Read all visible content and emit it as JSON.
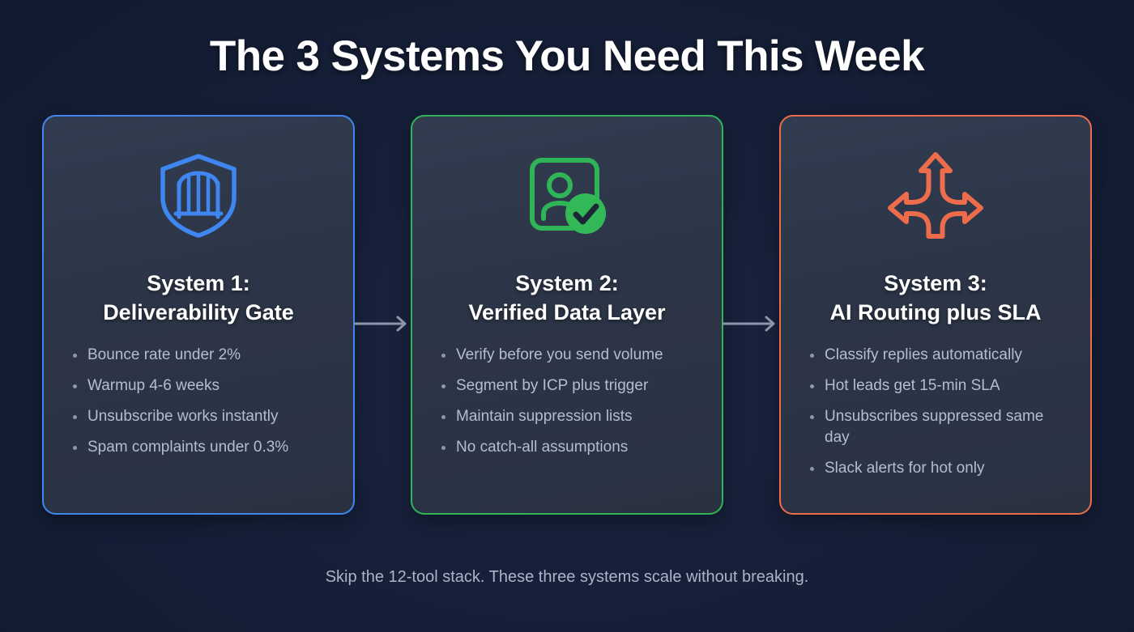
{
  "header": {
    "title": "The 3 Systems You Need This Week"
  },
  "colors": {
    "background": "#121b30",
    "card_fill": "#2c3547",
    "blue": "#3f86f0",
    "green": "#2fb457",
    "orange": "#ec6c4c",
    "title_text": "#ffffff",
    "bullet_text": "#b3bfd0",
    "footer_text": "#aab5c6",
    "connector_arrow": "#8b96a8"
  },
  "cards": [
    {
      "accent": "blue",
      "icon": "shield-gate-icon",
      "title": "System 1:\nDeliverability Gate",
      "bullets": [
        "Bounce rate under 2%",
        "Warmup 4-6 weeks",
        "Unsubscribe works instantly",
        "Spam complaints under 0.3%"
      ]
    },
    {
      "accent": "green",
      "icon": "verified-contact-icon",
      "title": "System 2:\nVerified Data Layer",
      "bullets": [
        "Verify before you send volume",
        "Segment by ICP plus trigger",
        "Maintain suppression lists",
        "No catch-all assumptions"
      ]
    },
    {
      "accent": "orange",
      "icon": "three-way-routing-arrow-icon",
      "title": "System 3:\nAI Routing plus SLA",
      "bullets": [
        "Classify replies automatically",
        "Hot leads get 15-min SLA",
        "Unsubscribes suppressed same day",
        "Slack alerts for hot only"
      ]
    }
  ],
  "connectors": [
    {
      "name": "arrow-card1-to-card2"
    },
    {
      "name": "arrow-card2-to-card3"
    }
  ],
  "footer": {
    "note": "Skip the 12-tool stack. These three systems scale without breaking."
  }
}
